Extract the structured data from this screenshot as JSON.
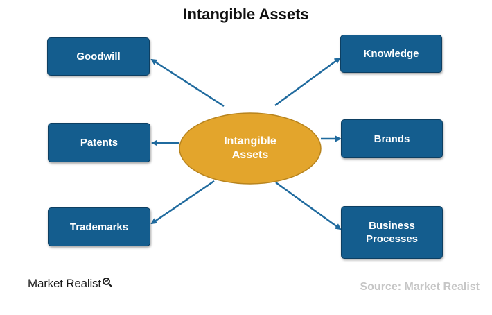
{
  "title": "Intangible Assets",
  "center": {
    "line1": "Intangible",
    "line2": "Assets"
  },
  "left_nodes": {
    "goodwill": "Goodwill",
    "patents": "Patents",
    "trademarks": "Trademarks"
  },
  "right_nodes": {
    "knowledge": "Knowledge",
    "brands": "Brands",
    "business_line1": "Business",
    "business_line2": "Processes"
  },
  "footer": {
    "brand": "Market Realist",
    "brand_icon": "magnifier-icon",
    "source": "Source: Market Realist"
  },
  "colors": {
    "box_fill": "#145d8e",
    "center_fill": "#e3a52c",
    "arrow": "#1f6a9e"
  }
}
